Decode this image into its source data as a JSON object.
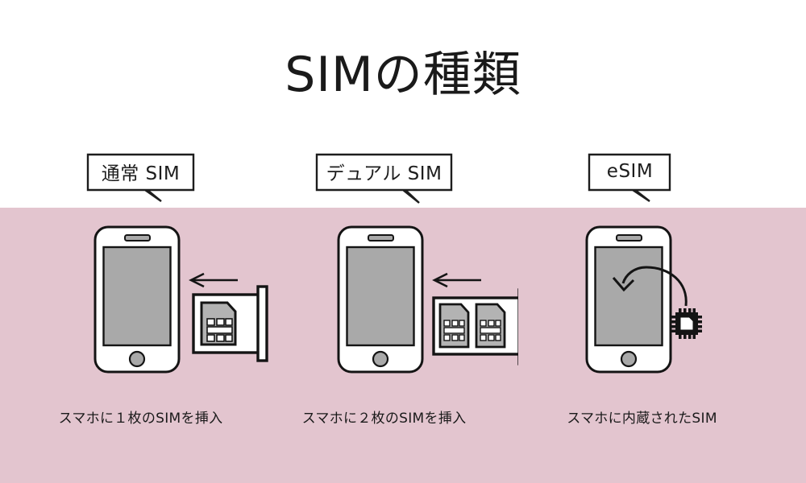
{
  "page": {
    "title": "SIMの種類",
    "background_color": "#ffffff",
    "band_color": "#e3c5cf",
    "line_color": "#1a1a1a",
    "screen_color": "#a9a9a9",
    "phone_body_color": "#ffffff",
    "sim_card_color": "#b3b3b3"
  },
  "columns": [
    {
      "id": "normal-sim",
      "label": "通常 SIM",
      "caption": "スマホに１枚のSIMを挿入",
      "icon": "phone-with-single-sim-tray",
      "arrow": "arrow-left-icon",
      "sim_count": 1
    },
    {
      "id": "dual-sim",
      "label": "デュアル SIM",
      "caption": "スマホに２枚のSIMを挿入",
      "icon": "phone-with-dual-sim-tray",
      "arrow": "arrow-left-icon",
      "sim_count": 2
    },
    {
      "id": "esim",
      "label": "eSIM",
      "caption": "スマホに内蔵されたSIM",
      "icon": "phone-with-embedded-chip",
      "arrow": "curved-arrow-into-phone-icon",
      "sim_count": 0
    }
  ]
}
